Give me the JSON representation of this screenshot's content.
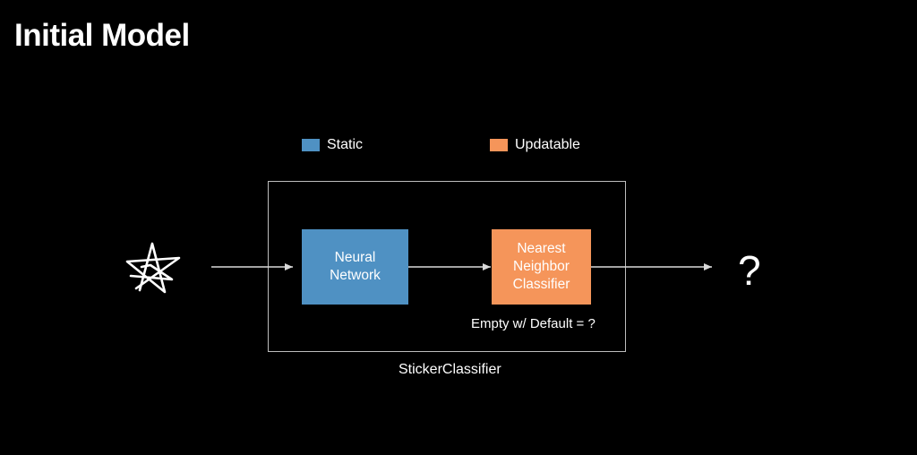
{
  "slide": {
    "title": "Initial Model"
  },
  "legend": [
    {
      "label": "Static",
      "color": "#4f91c3"
    },
    {
      "label": "Updatable",
      "color": "#f5955a"
    }
  ],
  "input": {
    "icon": "hand-drawn-star-icon"
  },
  "nodes": {
    "neural_network": {
      "label_lines": [
        "Neural",
        "Network"
      ],
      "color": "#4f91c3"
    },
    "nearest_neighbor": {
      "label_lines": [
        "Nearest",
        "Neighbor",
        "Classifier"
      ],
      "color": "#f5955a"
    }
  },
  "annotations": {
    "default_note": "Empty w/ Default = ?",
    "container_label": "StickerClassifier"
  },
  "output": {
    "label": "?"
  },
  "colors": {
    "background": "#000000",
    "text": "#ffffff",
    "arrow": "#d9d9d9",
    "box_border": "#bdbdbd"
  }
}
